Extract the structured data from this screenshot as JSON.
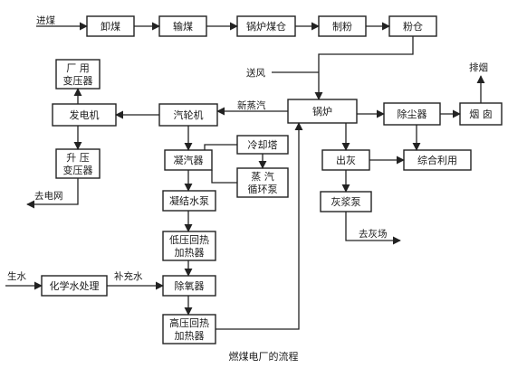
{
  "boxes": {
    "unload_coal": "卸煤",
    "convey_coal": "输煤",
    "boiler_bunker": "锅炉煤仓",
    "pulverize": "制粉",
    "powder_bin": "粉仓",
    "plant_transformer_line1": "厂  用",
    "plant_transformer_line2": "变压器",
    "generator": "发电机",
    "turbine": "汽轮机",
    "boiler": "锅炉",
    "dust_collector": "除尘器",
    "chimney": "烟  囱",
    "step_up_line1": "升  压",
    "step_up_line2": "变压器",
    "cooling_tower": "冷却塔",
    "condenser": "凝汽器",
    "evap_line1": "蒸  汽",
    "evap_line2": "循环泵",
    "ash_out": "出灰",
    "comprehensive_use": "综合利用",
    "condensate_pump": "凝结水泵",
    "slurry_pump": "灰浆泵",
    "lp_heater_line1": "低压回热",
    "lp_heater_line2": "加热器",
    "chem_water": "化学水处理",
    "deaerator": "除氧器",
    "hp_heater_line1": "高压回热",
    "hp_heater_line2": "加热器"
  },
  "labels": {
    "coal_in": "进煤",
    "air_supply": "送风",
    "exhaust": "排烟",
    "new_steam": "新蒸汽",
    "to_grid": "去电网",
    "to_ash_yard": "去灰场",
    "raw_water": "生水",
    "makeup_water": "补充水"
  },
  "caption": "燃煤电厂的流程"
}
